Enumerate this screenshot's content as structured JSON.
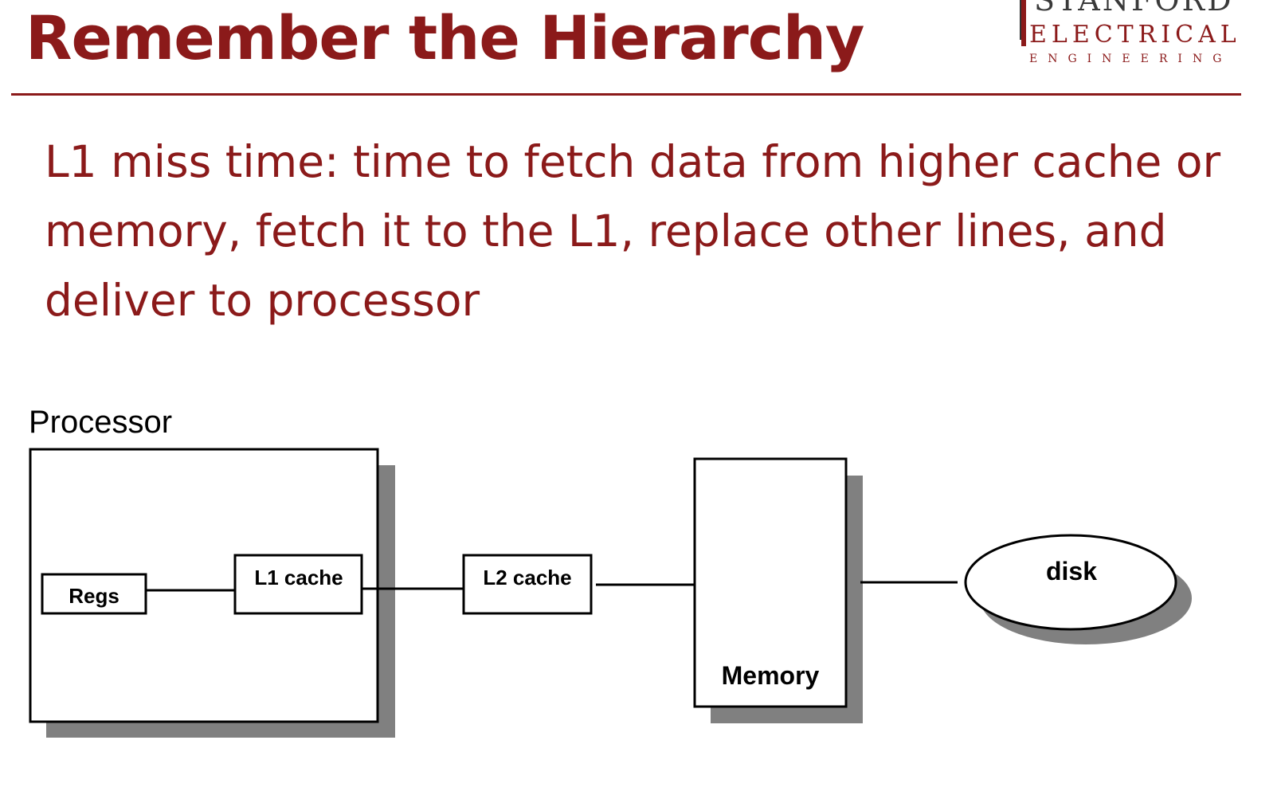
{
  "slide": {
    "title": "Remember the Hierarchy",
    "body": "L1 miss time: time to fetch data from higher cache or memory, fetch it to the L1, replace other lines, and deliver to processor"
  },
  "logo": {
    "line1": "STANFORD",
    "line2": "ELECTRICAL",
    "line3": "ENGINEERING"
  },
  "diagram": {
    "processor_label": "Processor",
    "regs_label": "Regs",
    "l1_label": "L1 cache",
    "l2_label": "L2 cache",
    "memory_label": "Memory",
    "disk_label": "disk"
  },
  "colors": {
    "accent": "#8b1a1a",
    "shadow": "#808080",
    "line": "#000000"
  }
}
